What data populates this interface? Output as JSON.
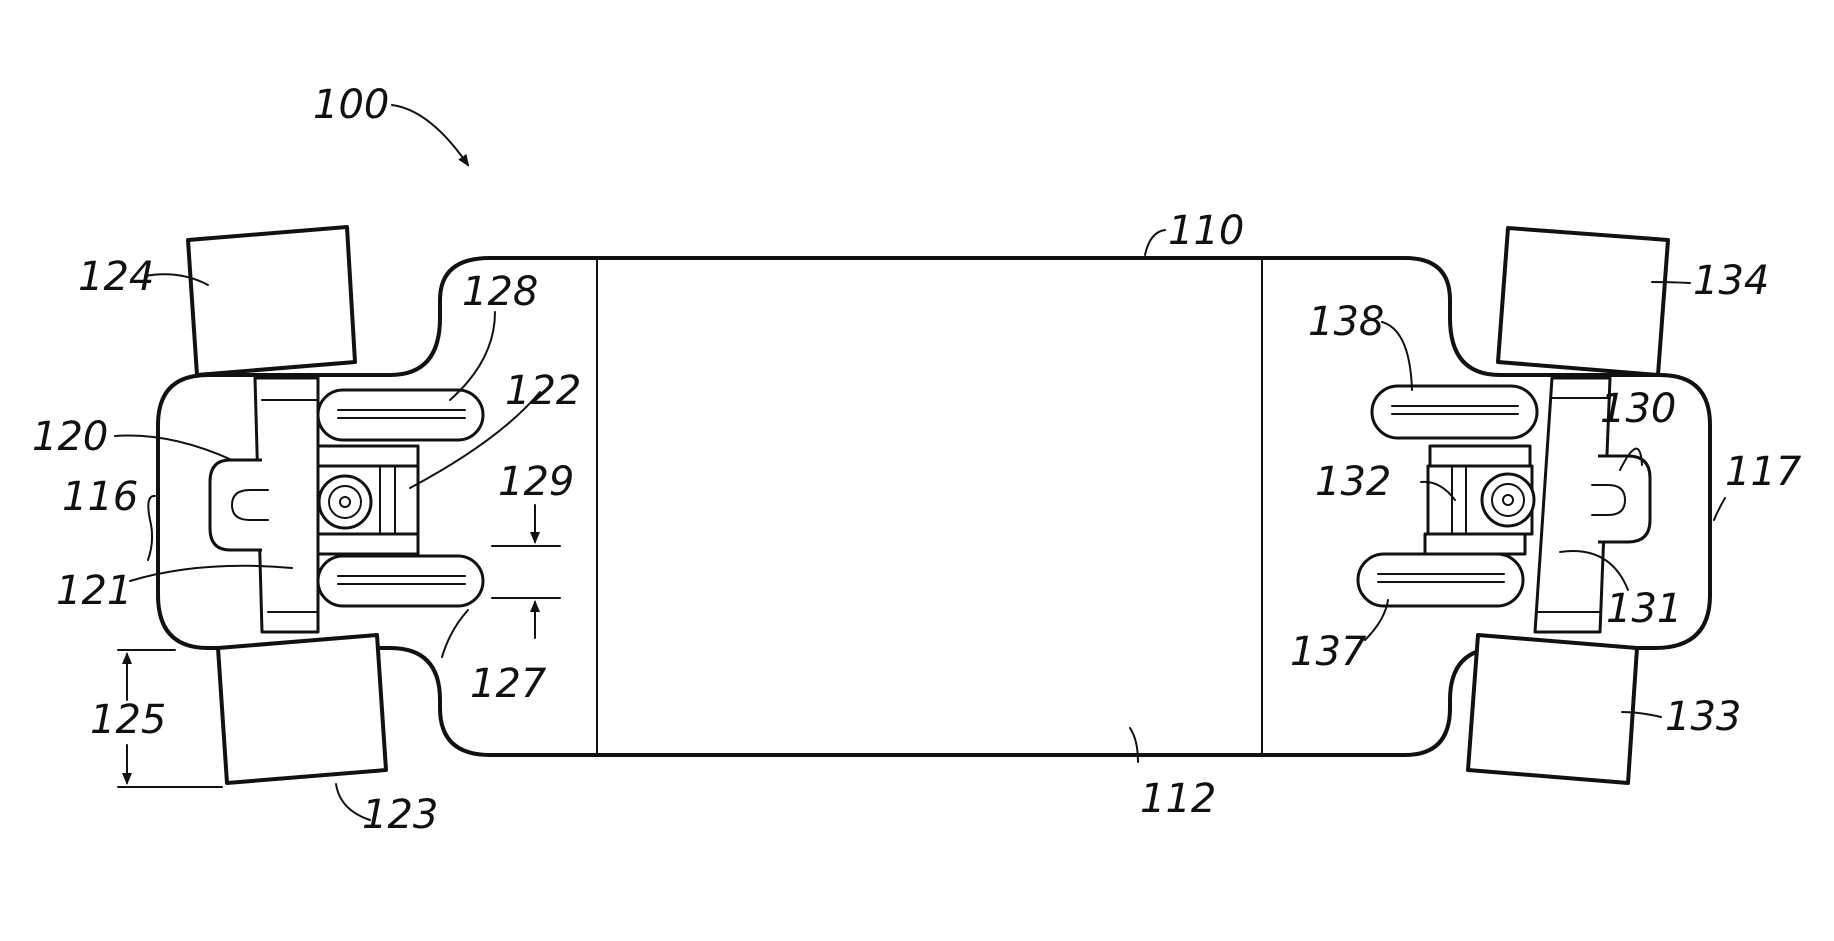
{
  "figure": {
    "labels": {
      "l100": "100",
      "l110": "110",
      "l112": "112",
      "l116": "116",
      "l117": "117",
      "l120": "120",
      "l121": "121",
      "l122": "122",
      "l123": "123",
      "l124": "124",
      "l125": "125",
      "l127": "127",
      "l128": "128",
      "l129": "129",
      "l130": "130",
      "l131": "131",
      "l132": "132",
      "l133": "133",
      "l134": "134",
      "l137": "137",
      "l138": "138"
    }
  }
}
